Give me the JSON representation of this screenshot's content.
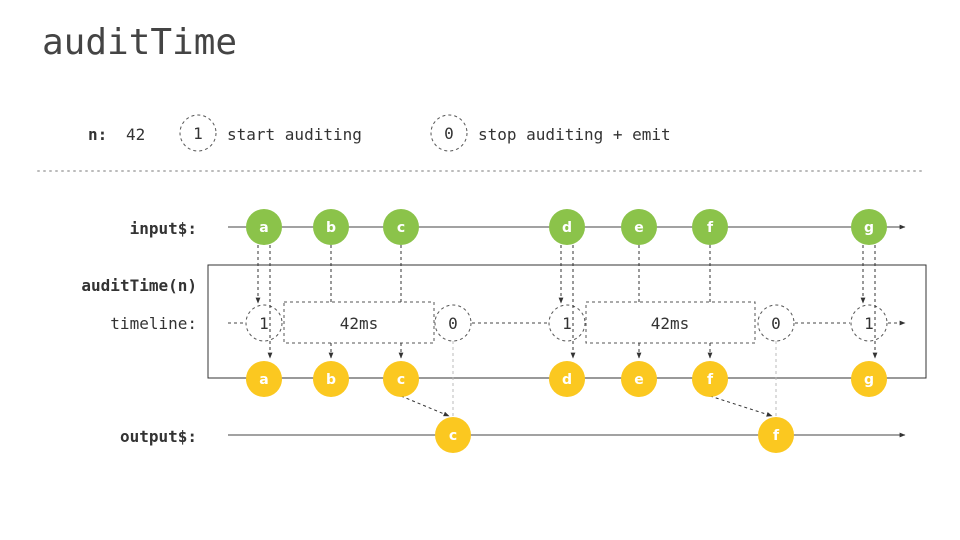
{
  "title": "auditTime",
  "legend": {
    "n_label": "n:",
    "n_value": "42",
    "start_symbol": "1",
    "start_text": "start auditing",
    "stop_symbol": "0",
    "stop_text": "stop auditing + emit"
  },
  "rows": {
    "input": "input$:",
    "operator": "auditTime(n)",
    "timeline": "timeline:",
    "output": "output$:"
  },
  "input_marbles": [
    "a",
    "b",
    "c",
    "d",
    "e",
    "f",
    "g"
  ],
  "intermediate_marbles": [
    "a",
    "b",
    "c",
    "d",
    "e",
    "f",
    "g"
  ],
  "output_marbles": [
    "c",
    "f"
  ],
  "timeline_events": {
    "start_1": "1",
    "window_1": "42ms",
    "stop_1": "0",
    "start_2": "1",
    "window_2": "42ms",
    "stop_2": "0",
    "start_3": "1"
  },
  "colors": {
    "input_marble": "#8bc34a",
    "output_marble": "#fbc820",
    "line": "#555555"
  }
}
